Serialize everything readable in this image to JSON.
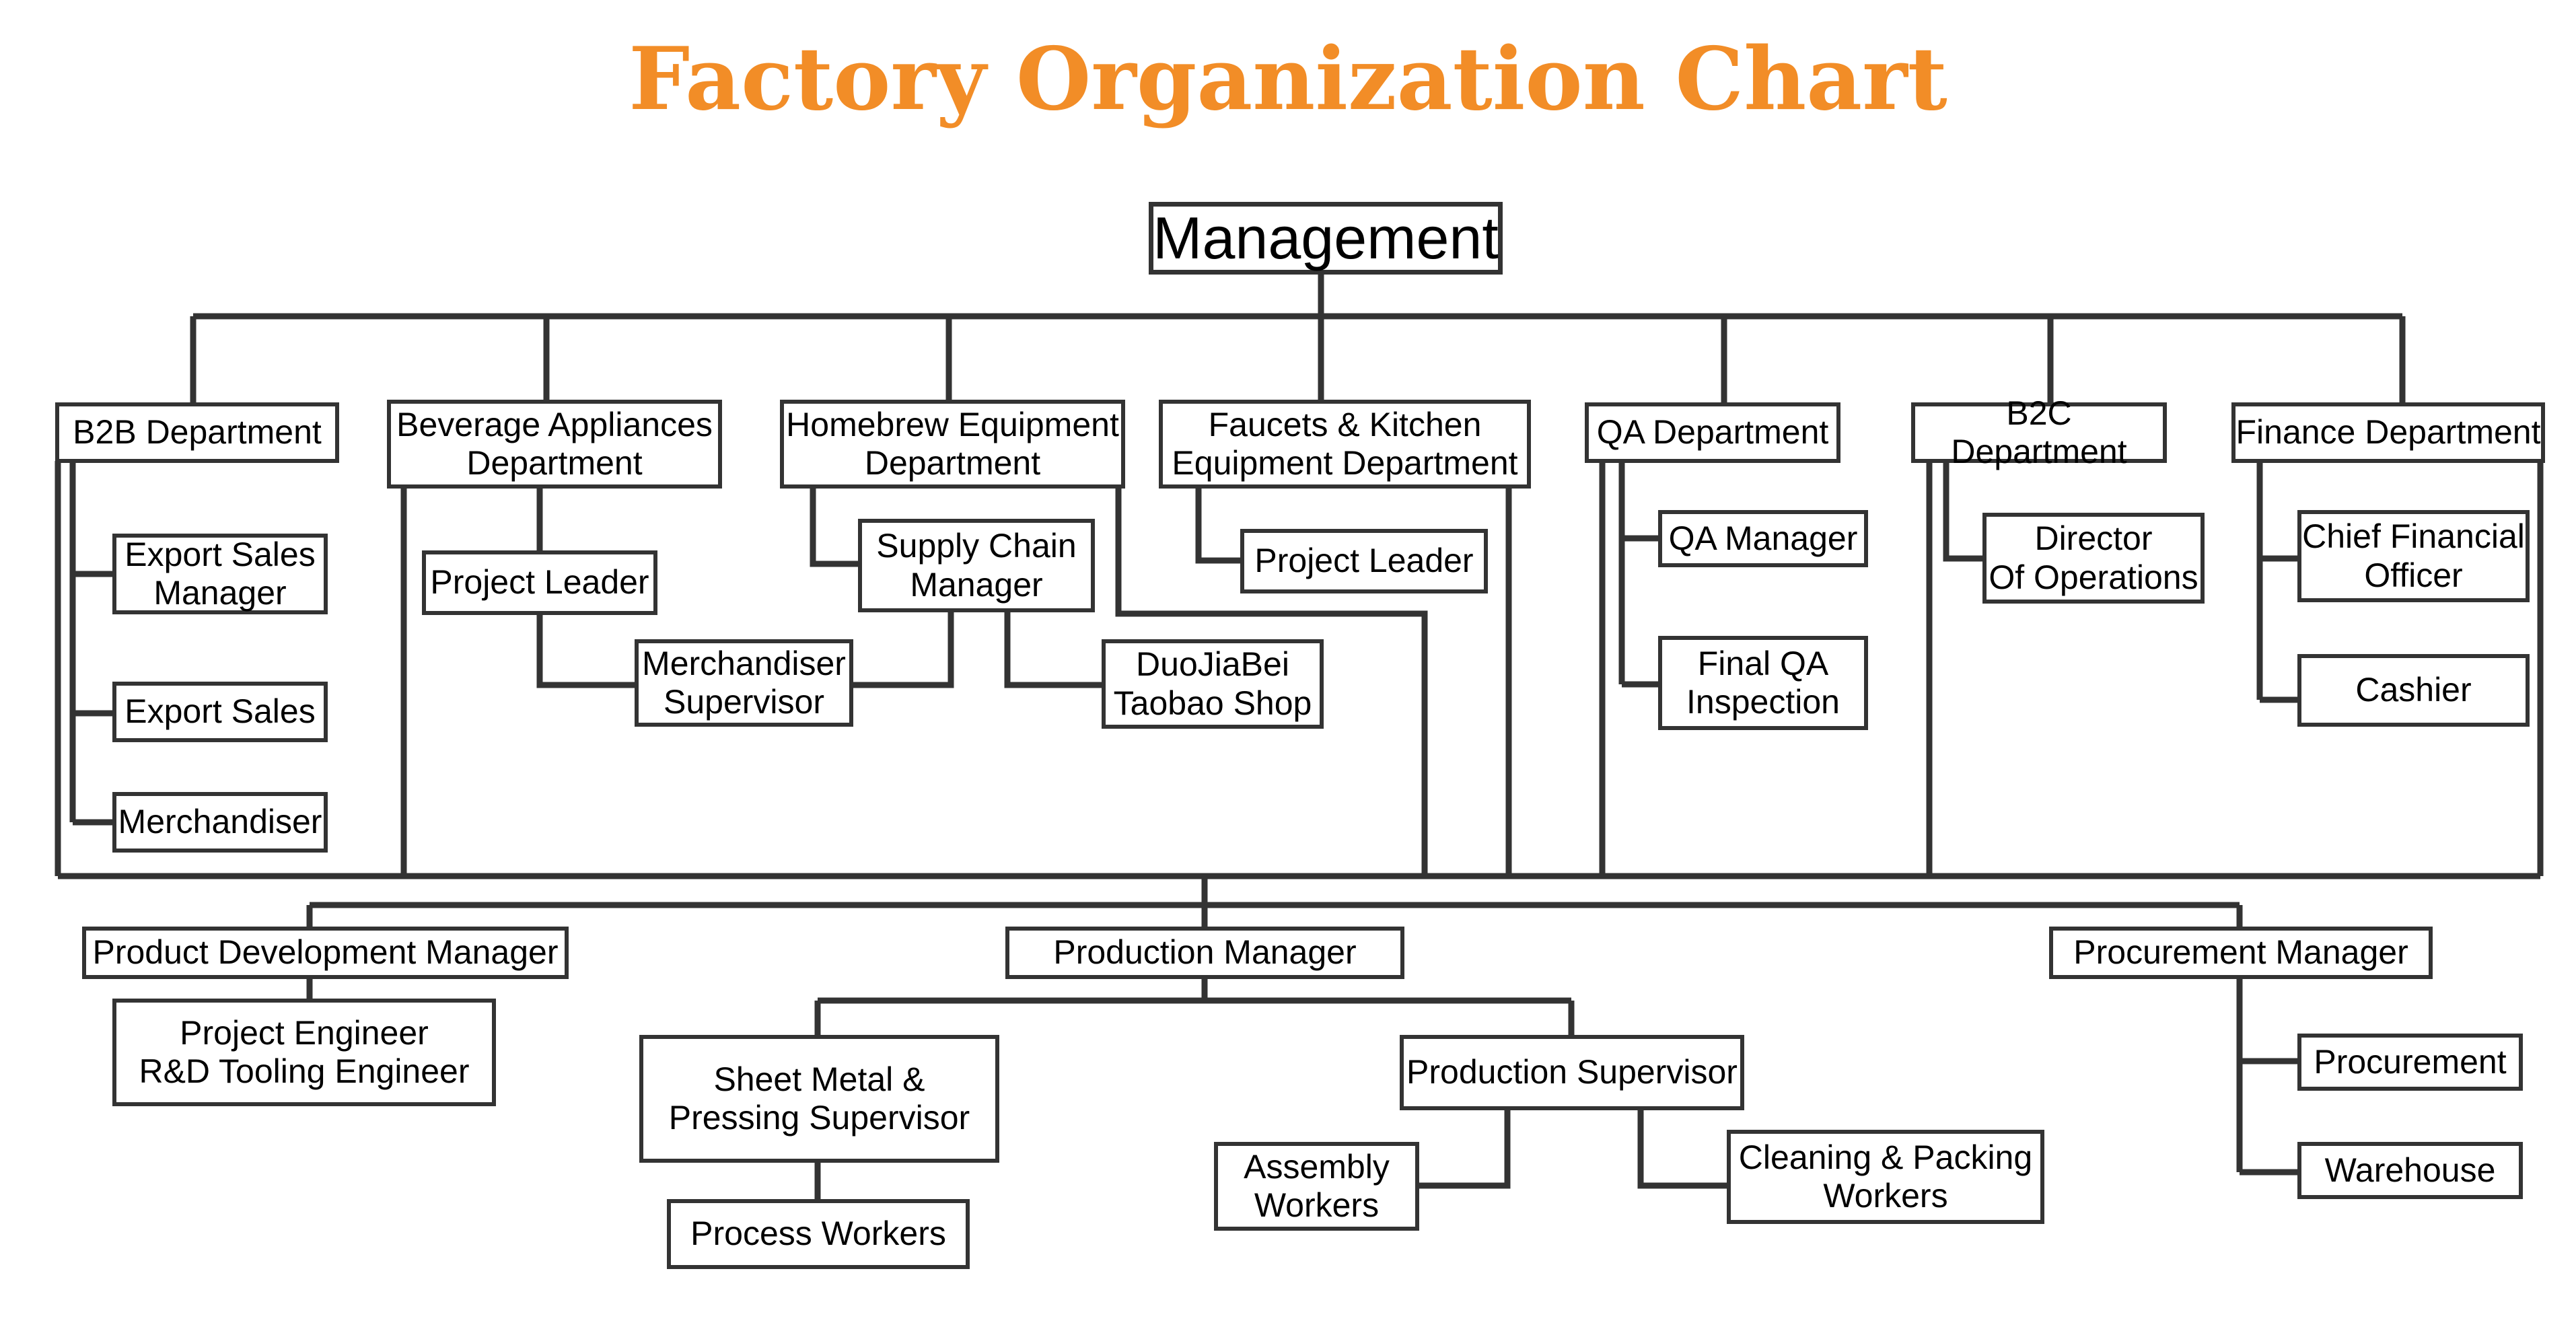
{
  "title": "Factory Organization Chart",
  "colors": {
    "title": "#f28d27",
    "line": "#333333",
    "box_border": "#333333"
  },
  "nodes": {
    "management": "Management",
    "b2b": "B2B Department",
    "beverage": "Beverage Appliances\nDepartment",
    "homebrew": "Homebrew Equipment\nDepartment",
    "faucets": "Faucets & Kitchen\nEquipment Department",
    "qa": "QA Department",
    "b2c": "B2C Department",
    "finance": "Finance Department",
    "export_sales_manager": "Export Sales\nManager",
    "export_sales": "Export Sales",
    "merchandiser": "Merchandiser",
    "bev_project_leader": "Project Leader",
    "merch_supervisor": "Merchandiser\nSupervisor",
    "supply_chain": "Supply Chain\nManager",
    "duojiabei": "DuoJiaBei\nTaobao Shop",
    "faucet_project_leader": "Project Leader",
    "qa_manager": "QA Manager",
    "final_qa": "Final QA\nInspection",
    "director_ops": "Director\nOf Operations",
    "cfo": "Chief Financial\nOfficer",
    "cashier": "Cashier",
    "product_dev": "Product Development Manager",
    "production_mgr": "Production Manager",
    "procurement_mgr": "Procurement Manager",
    "project_engineer": "Project Engineer\nR&D Tooling Engineer",
    "sheet_metal": "Sheet Metal &\nPressing Supervisor",
    "production_supervisor": "Production Supervisor",
    "process_workers": "Process Workers",
    "assembly": "Assembly\nWorkers",
    "cleaning": "Cleaning & Packing\nWorkers",
    "procurement": "Procurement",
    "warehouse": "Warehouse"
  }
}
